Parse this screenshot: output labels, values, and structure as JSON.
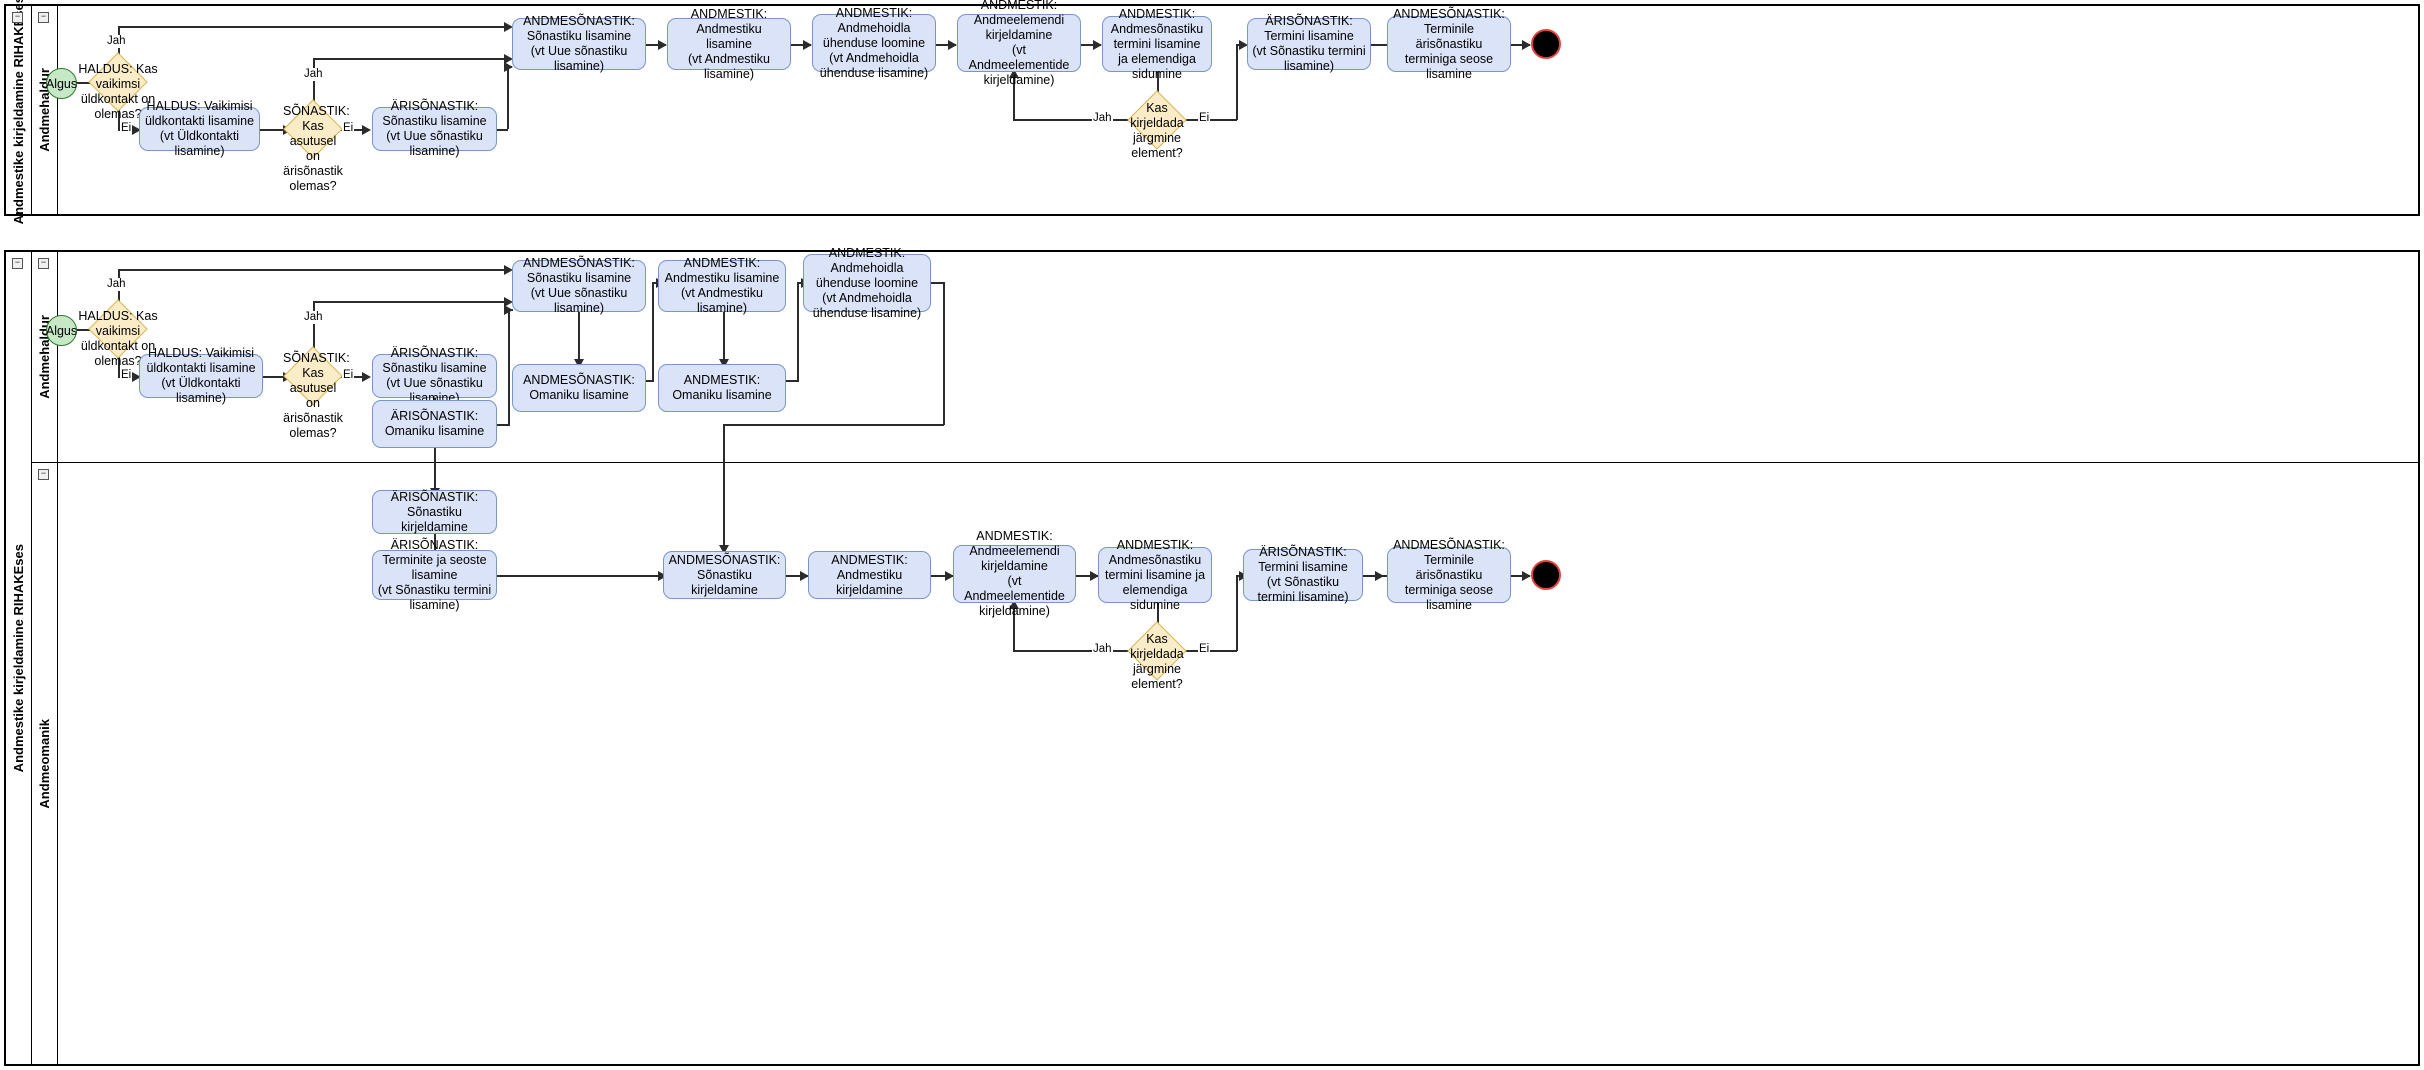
{
  "diagrams": [
    {
      "id": "diagram-1",
      "pool_title": "Andmestike kirjeldamine RIHAKEses",
      "lanes": [
        {
          "title": "Andmehaldur"
        }
      ],
      "nodes": {
        "start": "Algus",
        "gw_kontakt": "HALDUS: Kas vaikimsi üldkontakt on olemas?",
        "t_kontakt": "HALDUS: Vaikimisi üldkontakti lisamine\n(vt Üldkontakti lisamine)",
        "gw_sonastik": "SÕNASTIK: Kas asutusel on ärisõnastik olemas?",
        "t_ari_sonastik": "ÄRISÕNASTIK: Sõnastiku lisamine\n(vt Uue sõnastiku lisamine)",
        "t_andme_sonastik": "ANDMESÕNASTIK: Sõnastiku lisamine\n(vt Uue sõnastiku lisamine)",
        "t_andmestik": "ANDMESTIK: Andmestiku lisamine\n(vt Andmestiku lisamine)",
        "t_andmehoidla": "ANDMESTIK: Andmehoidla ühenduse loomine\n(vt Andmehoidla ühenduse lisamine)",
        "t_andmeelement": "ANDMESTIK: Andmeelemendi kirjeldamine\n(vt Andmeelementide kirjeldamine)",
        "t_termin_sidumine": "ANDMESTIK: Andmesõnastiku termini lisamine ja elemendiga sidumine",
        "gw_jargmine": "Kas kirjeldada järgmine element?",
        "t_ari_termin": "ÄRISÕNASTIK: Termini lisamine\n(vt Sõnastiku termini lisamine)",
        "t_seos": "ANDMESÕNASTIK: Terminile ärisõnastiku terminiga seose lisamine",
        "end": ""
      },
      "edge_labels": {
        "kontakt_jah": "Jah",
        "kontakt_ei": "Ei",
        "sonastik_jah": "Jah",
        "sonastik_ei": "Ei",
        "jargmine_jah": "Jah",
        "jargmine_ei": "Ei"
      }
    },
    {
      "id": "diagram-2",
      "pool_title": "Andmestike kirjeldamine RIHAKEses",
      "lanes": [
        {
          "title": "Andmehaldur"
        },
        {
          "title": "Andmeomanik"
        }
      ],
      "nodes": {
        "start": "Algus",
        "gw_kontakt": "HALDUS: Kas vaikimsi üldkontakt on olemas?",
        "t_kontakt": "HALDUS: Vaikimisi üldkontakti lisamine\n(vt Üldkontakti lisamine)",
        "gw_sonastik": "SÕNASTIK: Kas asutusel on ärisõnastik olemas?",
        "t_ari_sonastik": "ÄRISÕNASTIK: Sõnastiku lisamine\n(vt Uue sõnastiku lisamine)",
        "t_ari_omanik": "ÄRISÕNASTIK: Omaniku lisamine",
        "t_andme_sonastik": "ANDMESÕNASTIK: Sõnastiku lisamine\n(vt Uue sõnastiku lisamine)",
        "t_andme_omanik": "ANDMESÕNASTIK: Omaniku lisamine",
        "t_andmestik": "ANDMESTIK: Andmestiku lisamine\n(vt Andmestiku lisamine)",
        "t_andmestik_omanik": "ANDMESTIK: Omaniku lisamine",
        "t_andmehoidla": "ANDMESTIK: Andmehoidla ühenduse loomine\n(vt Andmehoidla ühenduse lisamine)",
        "t_ari_sonastik_kirj": "ÄRISÕNASTIK: Sõnastiku kirjeldamine",
        "t_ari_terminid": "ÄRISÕNASTIK: Terminite ja seoste lisamine\n(vt Sõnastiku termini lisamine)",
        "t_andme_sonastik_kirj": "ANDMESÕNASTIK: Sõnastiku kirjeldamine",
        "t_andmestik_kirj": "ANDMESTIK: Andmestiku kirjeldamine",
        "t_andmeelement": "ANDMESTIK: Andmeelemendi kirjeldamine\n(vt Andmeelementide kirjeldamine)",
        "t_termin_sidumine": "ANDMESTIK: Andmesõnastiku termini lisamine ja elemendiga sidumine",
        "gw_jargmine": "Kas kirjeldada järgmine element?",
        "t_ari_termin": "ÄRISÕNASTIK: Termini lisamine\n(vt Sõnastiku termini lisamine)",
        "t_seos": "ANDMESÕNASTIK: Terminile ärisõnastiku terminiga seose lisamine",
        "end": ""
      },
      "edge_labels": {
        "kontakt_jah": "Jah",
        "kontakt_ei": "Ei",
        "sonastik_jah": "Jah",
        "sonastik_ei": "Ei",
        "jargmine_jah": "Jah",
        "jargmine_ei": "Ei"
      }
    }
  ],
  "icons": {
    "collapse": "−"
  },
  "colors": {
    "task_fill": "#dae3f7",
    "task_stroke": "#7a96c7",
    "gateway_fill": "#fbecc8",
    "gateway_stroke": "#d6b656",
    "start_fill": "#c6e8c6",
    "start_stroke": "#2d7a2d",
    "end_fill": "#000000",
    "end_stroke": "#e8413c",
    "connector": "#2b2b2b"
  }
}
